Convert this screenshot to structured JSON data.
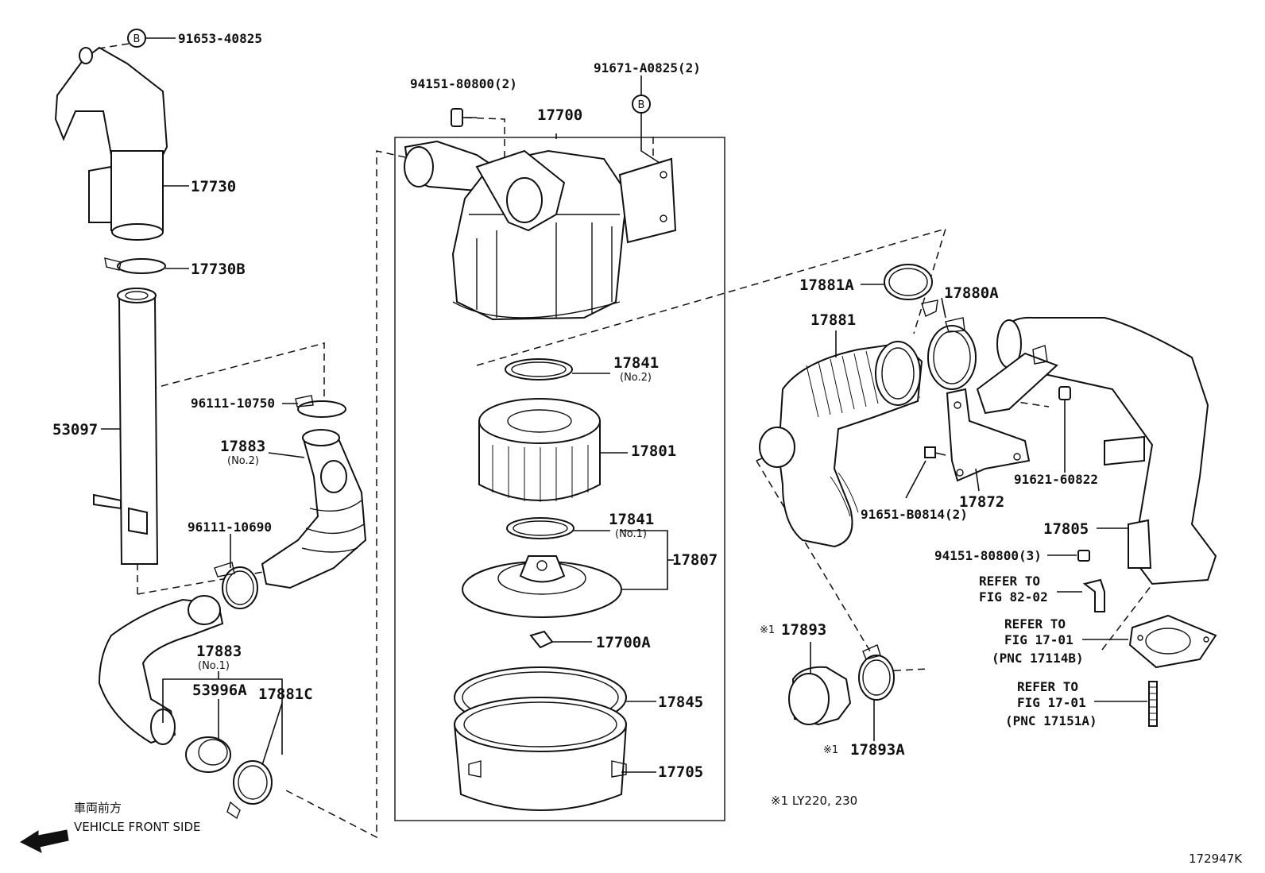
{
  "callouts": {
    "b_bolt_top": "91653-40825",
    "b_marker": "B",
    "c17730": "17730",
    "c17730b": "17730B",
    "c53097": "53097",
    "c96111_10750": "96111-10750",
    "c17883_2": "17883",
    "c17883_2_sub": "(No.2)",
    "c96111_10690": "96111-10690",
    "c17883_1": "17883",
    "c17883_1_sub": "(No.1)",
    "c53996a": "53996A",
    "c17881c": "17881C",
    "c94151_2": "94151-80800(2)",
    "c17700": "17700",
    "c91671": "91671-A0825(2)",
    "c17841_2": "17841",
    "c17841_2_sub": "(No.2)",
    "c17801": "17801",
    "c17841_1": "17841",
    "c17841_1_sub": "(No.1)",
    "c17807": "17807",
    "c17700a": "17700A",
    "c17845": "17845",
    "c17705": "17705",
    "c17881a": "17881A",
    "c17880a": "17880A",
    "c17881": "17881",
    "c91621": "91621-60822",
    "c91651": "91651-B0814(2)",
    "c17872": "17872",
    "c17805": "17805",
    "c94151_3": "94151-80800(3)",
    "c17893": "17893",
    "c17893a": "17893A",
    "mark": "※1"
  },
  "references": [
    {
      "line1": "REFER TO",
      "line2": "FIG 82-02",
      "line3": ""
    },
    {
      "line1": "REFER TO",
      "line2": "FIG 17-01",
      "line3": "(PNC 17114B)"
    },
    {
      "line1": "REFER TO",
      "line2": "FIG 17-01",
      "line3": "(PNC 17151A)"
    }
  ],
  "footnote": "※1 LY220, 230",
  "direction": {
    "jp": "車両前方",
    "en": "VEHICLE FRONT SIDE"
  },
  "figure_id": "172947K"
}
